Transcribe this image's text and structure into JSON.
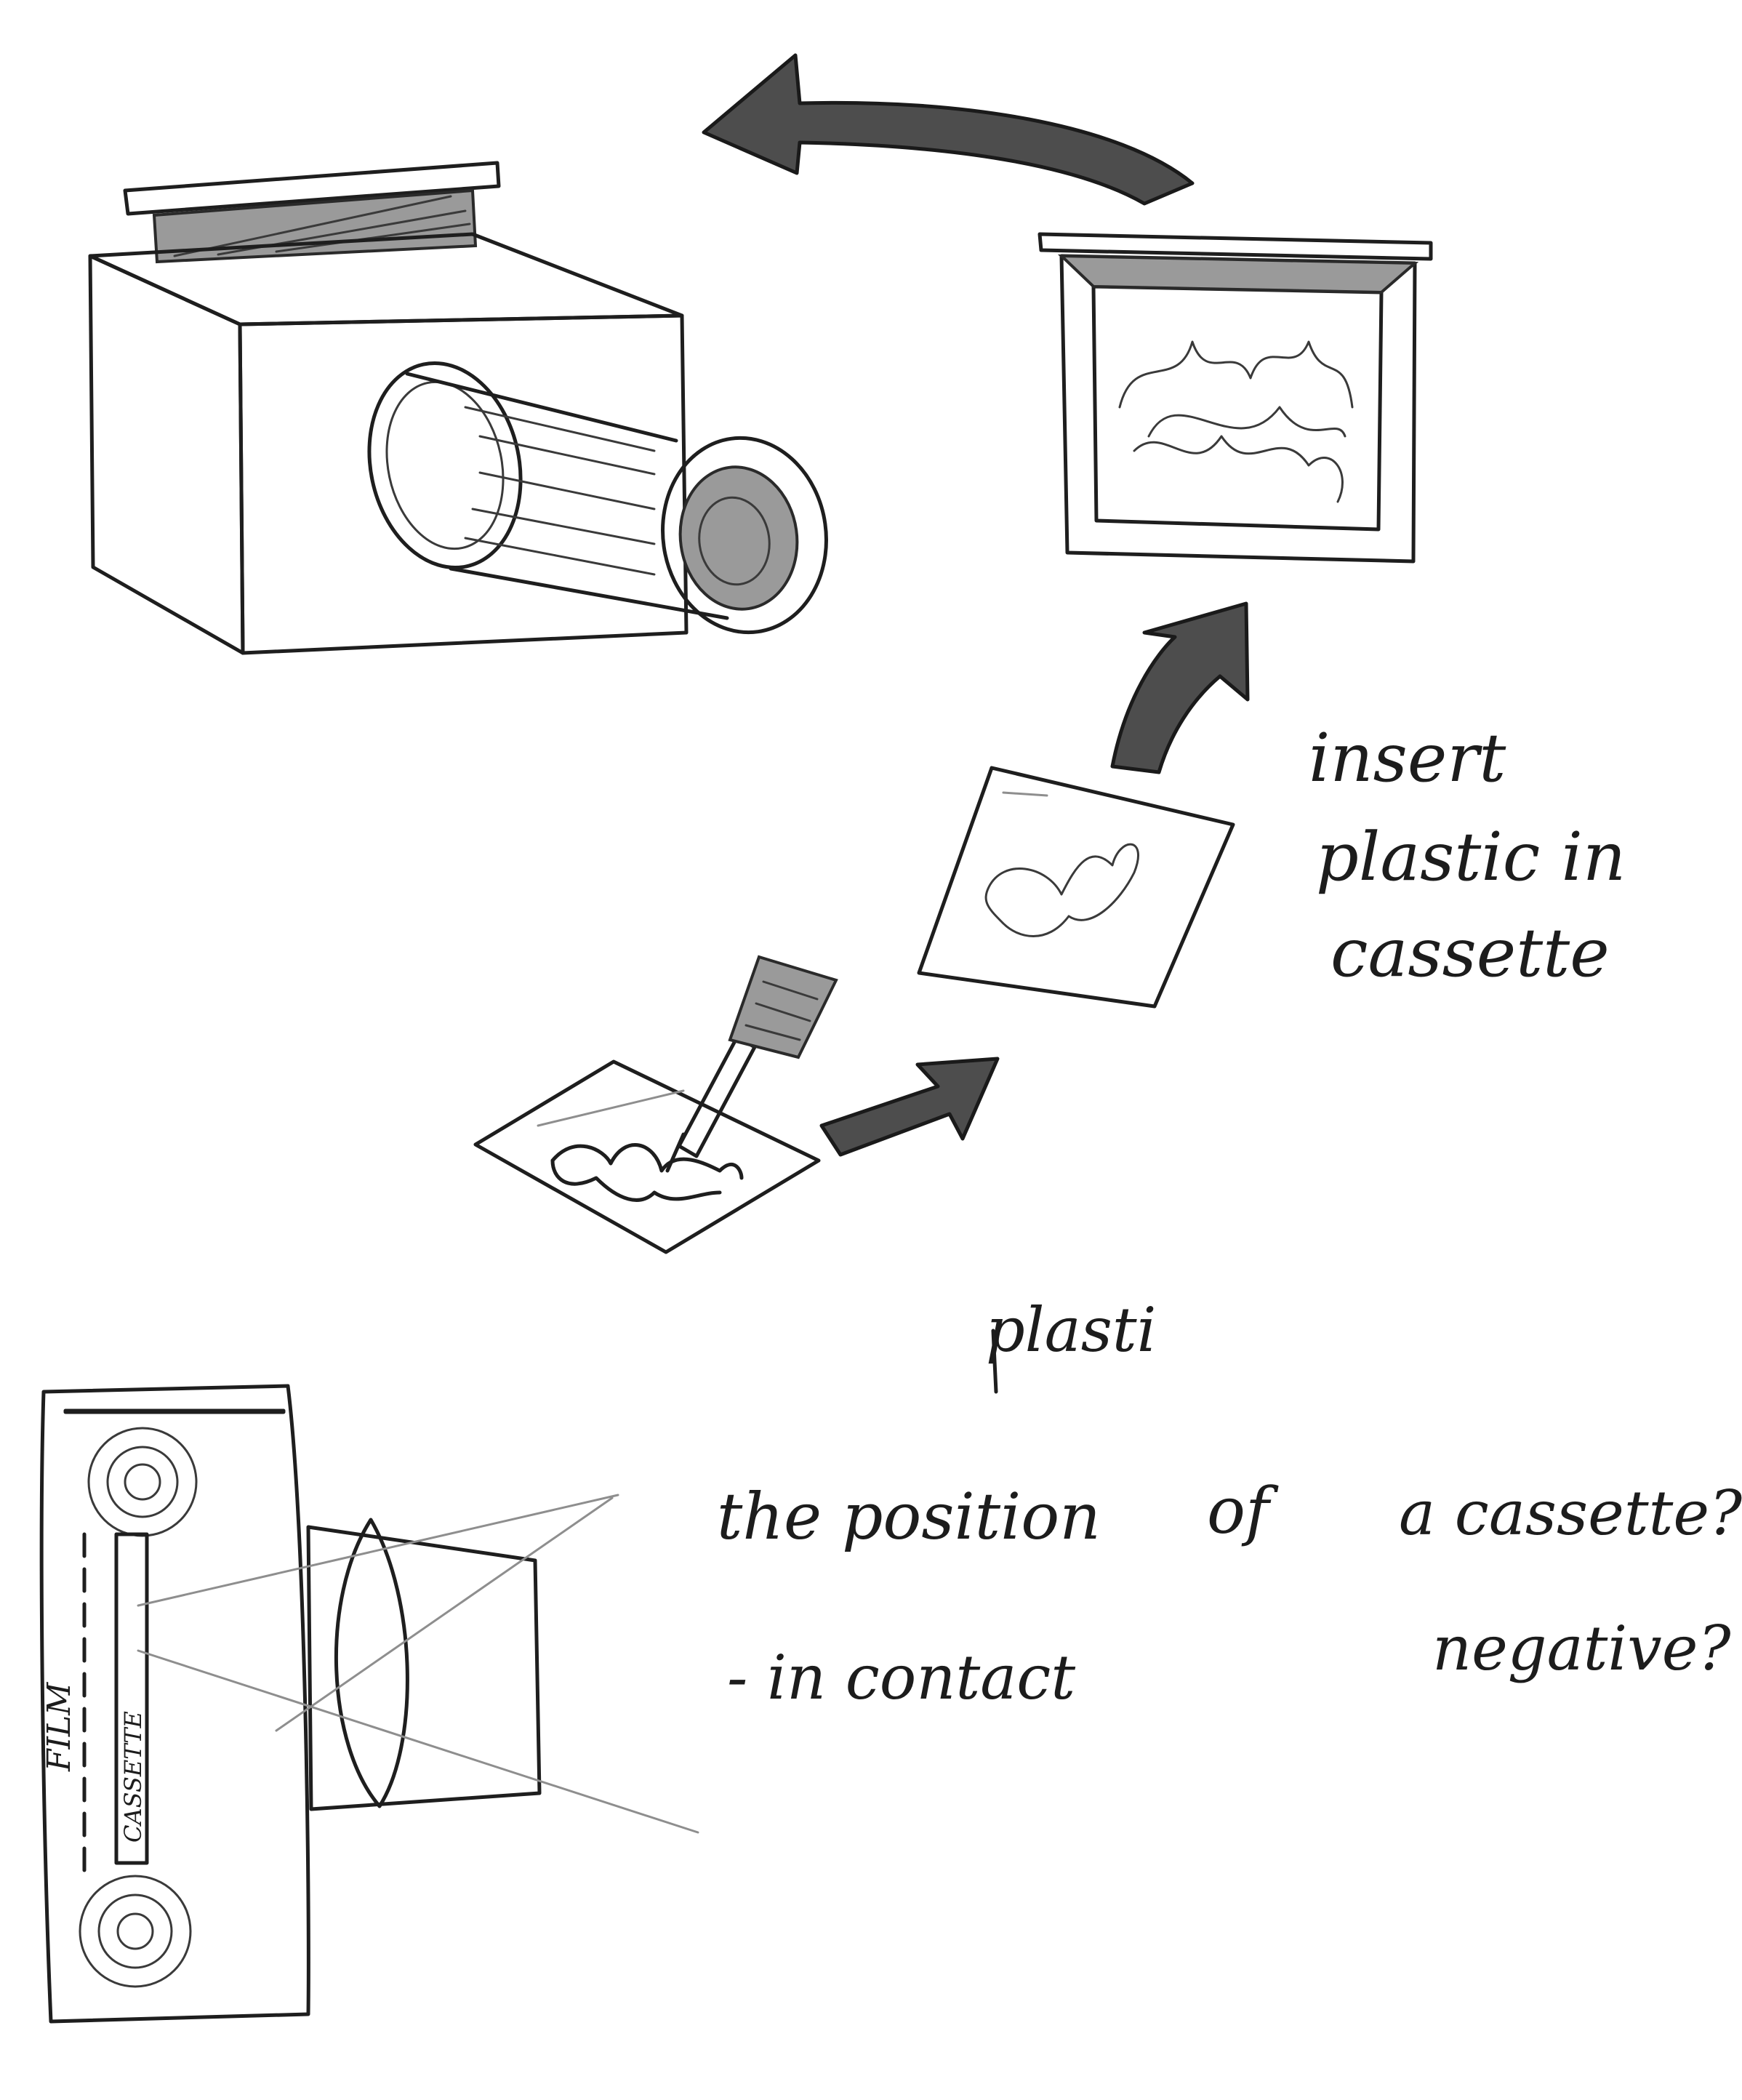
{
  "annotations": {
    "step_line1": "insert",
    "step_line2": "plastic in",
    "step_line3": "cassette",
    "plasti": "plasti",
    "question_line1_a": "the position",
    "question_line1_b": "of",
    "question_line1_c": "a cassette?",
    "question_line2_a": "- in contact",
    "question_line2_b": "negative?",
    "film_label": "FILM",
    "cassette_label": "CASSETTE"
  },
  "icons": {
    "projector": "projector-icon",
    "cassette_frame": "slide-cassette-icon",
    "drawing_sheet": "drawn-plastic-sheet-icon",
    "marker": "marker-pen-icon",
    "camera_section": "camera-cross-section-icon"
  },
  "colors": {
    "ink": "#1e1e1e",
    "shade": "#9a9a9a",
    "arrow_fill": "#4d4d4d",
    "paper": "#ffffff"
  }
}
